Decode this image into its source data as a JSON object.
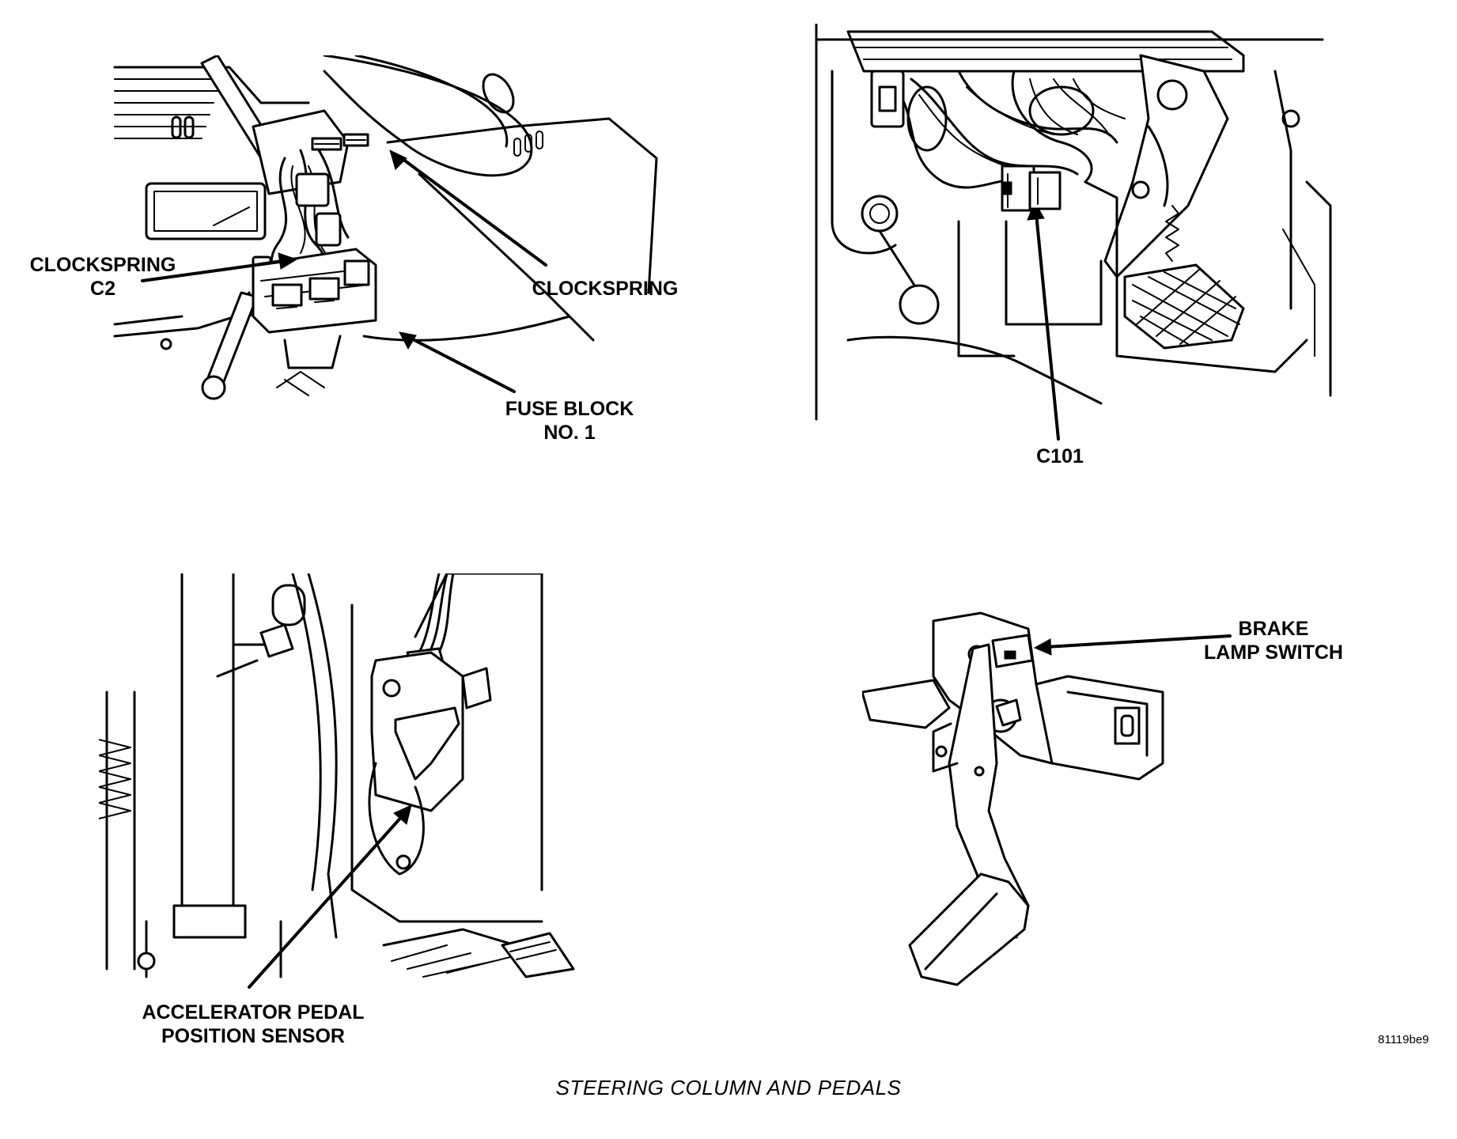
{
  "caption": "STEERING COLUMN AND PEDALS",
  "figure_id": "81119be9",
  "panels": {
    "steering_column": {
      "labels": {
        "clockspring_c2_line1": "CLOCKSPRING",
        "clockspring_c2_line2": "C2",
        "clockspring": "CLOCKSPRING",
        "fuse_block_line1": "FUSE BLOCK",
        "fuse_block_line2": "NO. 1"
      }
    },
    "connector": {
      "labels": {
        "c101": "C101"
      }
    },
    "accelerator": {
      "labels": {
        "app_sensor_line1": "ACCELERATOR PEDAL",
        "app_sensor_line2": "POSITION SENSOR"
      }
    },
    "brake": {
      "labels": {
        "brake_switch_line1": "BRAKE",
        "brake_switch_line2": "LAMP SWITCH"
      }
    }
  }
}
